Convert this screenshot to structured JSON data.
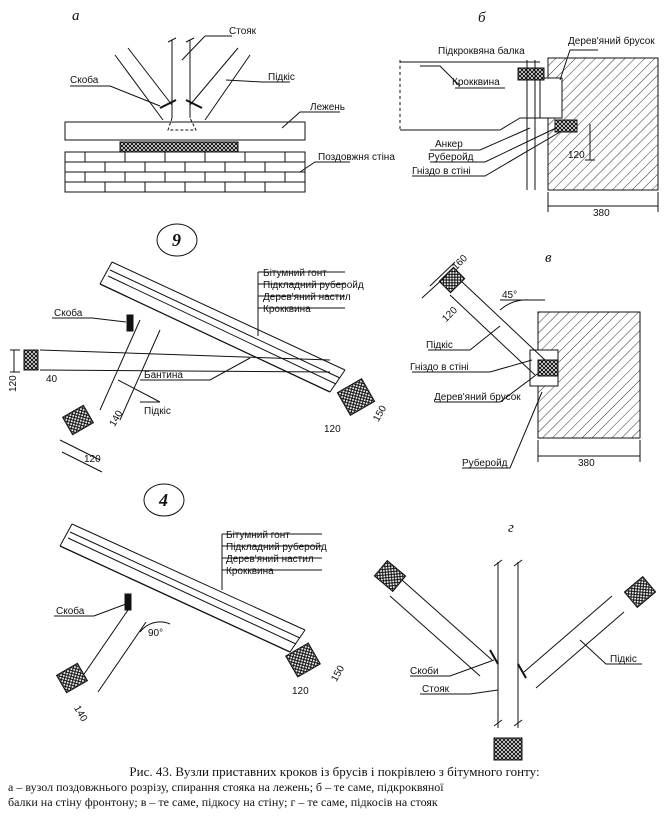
{
  "panels": {
    "a": {
      "letter": "а",
      "labels": {
        "stoyak": "Стояк",
        "skoba": "Скоба",
        "pidkis": "Підкіс",
        "lezhen": "Лежень",
        "wall": "Поздовжня стіна"
      }
    },
    "b": {
      "letter": "б",
      "labels": {
        "pidkrokv_balka": "Підкроквяна балка",
        "kroqvyna": "Крокквина",
        "brusok": "Дерев'яний брусок",
        "ankor": "Анкер",
        "ruberoid": "Руберойд",
        "gnizdo": "Гніздо в стіні"
      },
      "dims": {
        "d120": "120",
        "d380": "380"
      }
    },
    "c9": {
      "number": "9",
      "labels": {
        "gont": "Бітумний гонт",
        "pidkl": "Підкладний руберойд",
        "nastyl": "Дерев'яний настил",
        "kroqvyna": "Крокквина",
        "skoba": "Скоба",
        "bantyna": "Бантина",
        "pidkis": "Підкіс"
      },
      "dims": {
        "d120v": "120",
        "d40": "40",
        "d140": "140",
        "d120b": "120",
        "d120r": "120",
        "d150": "150"
      }
    },
    "v": {
      "letter": "в",
      "labels": {
        "pidkis": "Підкіс",
        "gnizdo": "Гніздо в стіні",
        "brusok": "Дерев'яний брусок",
        "ruberoid": "Руберойд"
      },
      "dims": {
        "d160": "160",
        "d120": "120",
        "angle": "45°",
        "d380": "380"
      }
    },
    "c4": {
      "number": "4",
      "labels": {
        "gont": "Бітумний гонт",
        "pidkl": "Підкладний руберойд",
        "nastyl": "Дерев'яний настил",
        "kroqvyna": "Крокквина",
        "skoba": "Скоба"
      },
      "dims": {
        "angle": "90°",
        "d120": "120",
        "d150": "150",
        "d140": "140"
      }
    },
    "g": {
      "letter": "г",
      "labels": {
        "skoby": "Скоби",
        "stoyak": "Стояк",
        "pidkis": "Підкіс"
      }
    }
  },
  "caption": {
    "title": "Рис. 43. Вузли приставних кроков із брусів і покрівлею з бітумного гонту:",
    "line1": "а – вузол поздовжнього розрізу, спирання стояка на лежень; б – те саме, підкроквяної",
    "line2": "балки на стіну фронтону; в – те саме, підкосу на стіну; г – те саме, підкосів на стояк"
  }
}
